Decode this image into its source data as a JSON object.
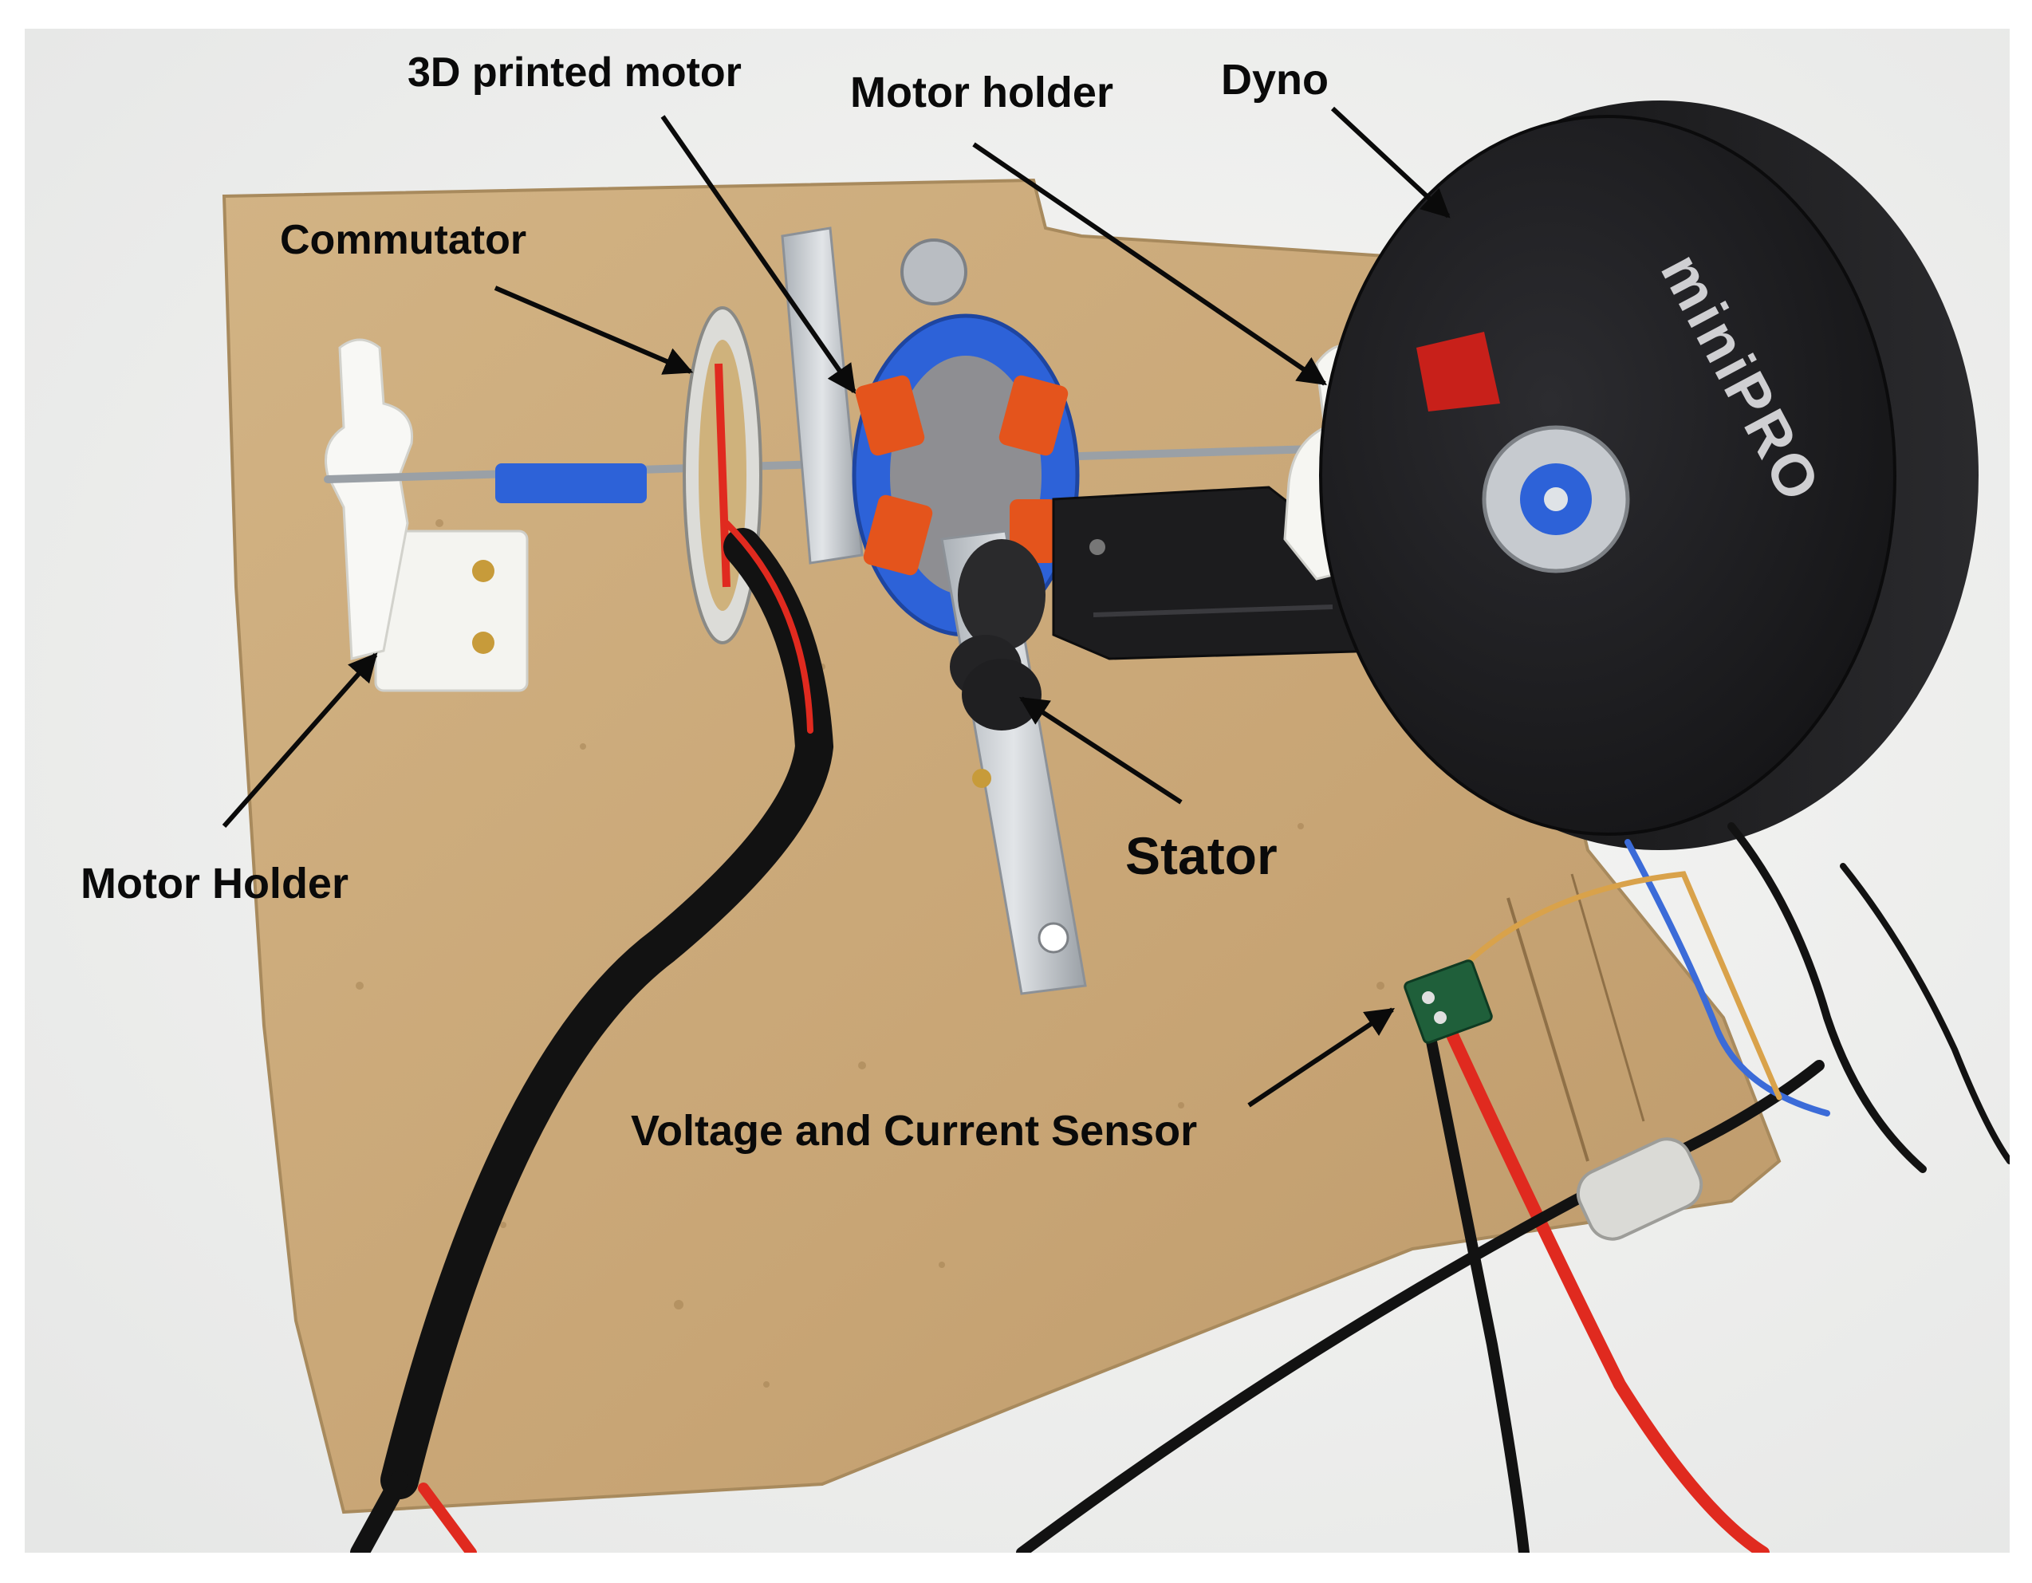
{
  "labels": {
    "printed_motor": "3D printed motor",
    "motor_holder_top": "Motor holder",
    "dyno": "Dyno",
    "commutator": "Commutator",
    "motor_holder_left": "Motor Holder",
    "stator": "Stator",
    "sensor": "Voltage and Current Sensor"
  },
  "dyno_brand": "miniPRO",
  "colors": {
    "background": "#f3f3f1",
    "board": "#c9a878",
    "dyno_body": "#1b1b1d",
    "rotor_blue": "#2d62d8",
    "coil_orange": "#e4541c",
    "red_wire": "#e02a1f",
    "black_wire": "#121212",
    "white_plastic": "#f6f6f2",
    "metal_bracket": "#c5c9ce"
  }
}
